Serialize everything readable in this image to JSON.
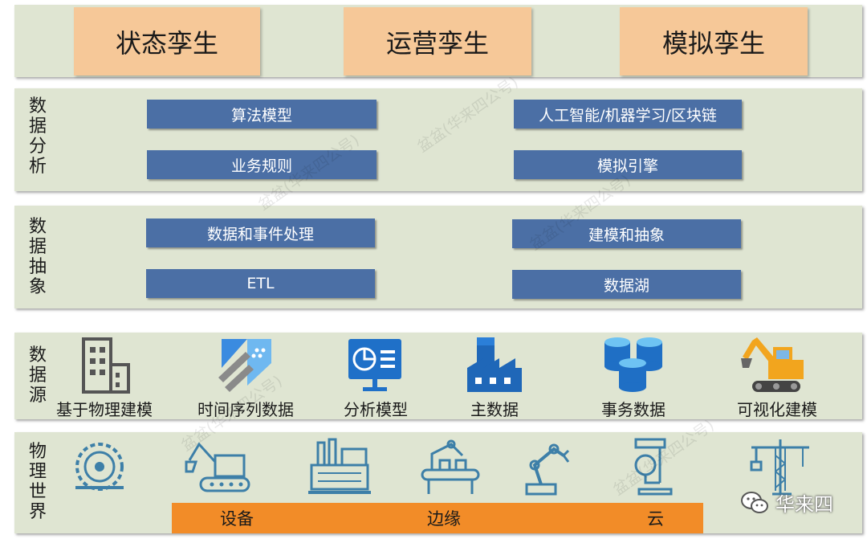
{
  "twins": [
    "状态孪生",
    "运营孪生",
    "模拟孪生"
  ],
  "analysis": {
    "label": "数据分析",
    "items": [
      "算法模型",
      "人工智能/机器学习/区块链",
      "业务规则",
      "模拟引擎"
    ]
  },
  "abstraction": {
    "label": "数据抽象",
    "items": [
      "数据和事件处理",
      "建模和抽象",
      "ETL",
      "数据湖"
    ]
  },
  "sources": {
    "label": "数据源",
    "items": [
      {
        "label": "基于物理建模",
        "icon": "building-icon"
      },
      {
        "label": "时间序列数据",
        "icon": "time-series-icon"
      },
      {
        "label": "分析模型",
        "icon": "analysis-model-icon"
      },
      {
        "label": "主数据",
        "icon": "factory-icon"
      },
      {
        "label": "事务数据",
        "icon": "database-icon"
      },
      {
        "label": "可视化建模",
        "icon": "excavator-icon"
      }
    ]
  },
  "physical": {
    "label": "物理世界",
    "icons": [
      "saw-blade-icon",
      "excavator-outline-icon",
      "factory-outline-icon",
      "assembly-line-icon",
      "robot-arm-icon",
      "microscope-icon",
      "tower-crane-icon"
    ]
  },
  "tiers": [
    "设备",
    "边缘",
    "云"
  ],
  "watermark": "盆盆(华来四公号)",
  "brand": "华来四",
  "colors": {
    "band": "#dfe5d2",
    "tab": "#f6c898",
    "box": "#4b6fa5",
    "orange": "#f28c28",
    "icon_blue": "#2a7fd0",
    "line_icon": "#3d7fa8"
  }
}
